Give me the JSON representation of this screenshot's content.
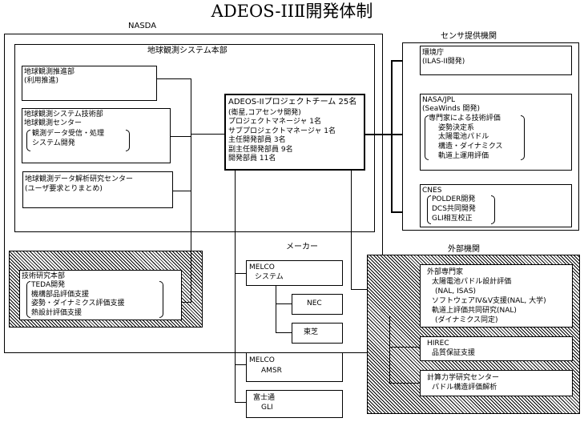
{
  "title": "ADEOS-IIⅡ開発体制",
  "nasda": {
    "label": "NASDA",
    "hq": {
      "label": "地球観測システム本部",
      "promotion_dept": [
        "地球観測推進部",
        "(利用推進)"
      ],
      "system_dept": [
        "地球観測システム技術部",
        "地球観測センター",
        "観測データ受信・処理",
        "システム開発"
      ],
      "analysis_center": [
        "地球観測データ解析研究センター",
        "(ユーザ要求とりまとめ)"
      ],
      "project_team": {
        "heading": "ADEOS-IIプロジェクトチーム 25名",
        "lines": [
          "(衛星,コアセンサ開発)",
          "プロジェクトマネージャ 1名",
          "サブプロジェクトマネージャ 1名",
          "主任開発部員 3名",
          "副主任開発部員 9名",
          "開発部員 11名"
        ]
      }
    },
    "tech_research": [
      "技術研究本部",
      "TEDA開発",
      "機構部品評価支援",
      "姿勢・ダイナミクス評価支援",
      "熱設計評価支援"
    ]
  },
  "sensor_providers": {
    "label": "センサ提供機関",
    "env_agency": [
      "環境庁",
      "(ILAS-II開発)"
    ],
    "nasa_jpl": [
      "NASA/JPL",
      "(SeaWinds 開発)",
      "専門家による技術評価",
      "姿勢決定系",
      "太陽電池パドル",
      "構造・ダイナミクス",
      "軌道上運用評価"
    ],
    "cnes": [
      "CNES",
      "POLDER開発",
      "DCS共同開発",
      "GLI相互校正"
    ]
  },
  "makers": {
    "label": "メーカー",
    "melco_system": [
      "MELCO",
      "システム"
    ],
    "nec": "NEC",
    "toshiba": "東芝",
    "melco_amsr": [
      "MELCO",
      "AMSR"
    ],
    "fujitsu": [
      "富士通",
      "GLI"
    ]
  },
  "external": {
    "label": "外部機関",
    "experts": [
      "外部専門家",
      "太陽電池パドル設計評価",
      "(NAL, ISAS)",
      "ソフトウェアIV&V支援(NAL, 大学)",
      "軌道上評価共同研究(NAL)",
      "(ダイナミクス同定)"
    ],
    "hirec": [
      "HIREC",
      "品質保証支援"
    ],
    "computing": [
      "計算力学研究センター",
      "パドル構造評価解析"
    ]
  }
}
